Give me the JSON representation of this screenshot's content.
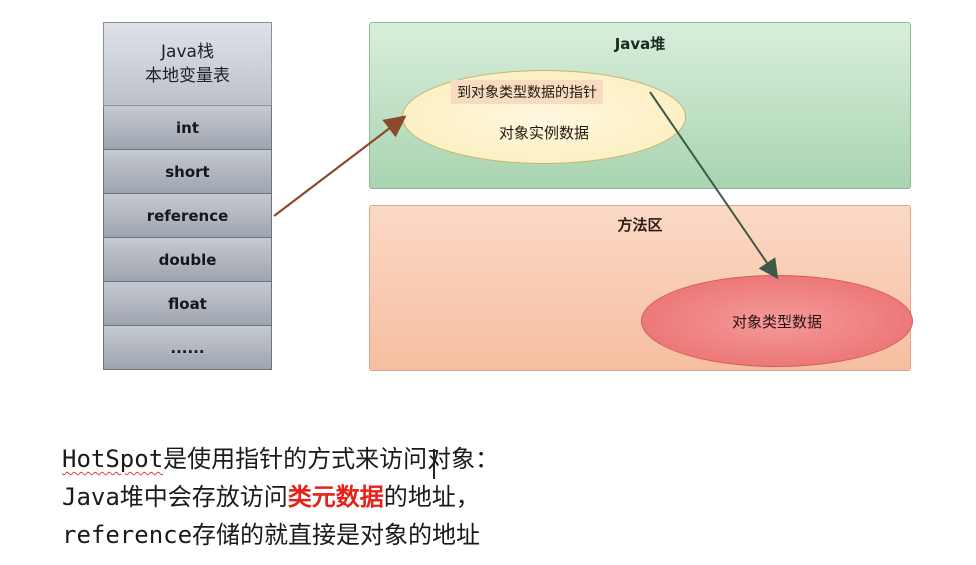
{
  "stack": {
    "title_line1": "Java栈",
    "title_line2": "本地变量表",
    "cells": [
      "int",
      "short",
      "reference",
      "double",
      "float",
      "......"
    ]
  },
  "heap": {
    "title": "Java堆",
    "pointer_label": "到对象类型数据的指针",
    "instance_label": "对象实例数据"
  },
  "method_area": {
    "title": "方法区",
    "type_data_label": "对象类型数据"
  },
  "description": {
    "line1_a": "HotSpot",
    "line1_b": "是使用指针的方式来访问对象：",
    "line2_a": "Java",
    "line2_b": "堆中会存放访问",
    "line2_highlight": "类元数据",
    "line2_c": "的地址，",
    "line3_a": "reference",
    "line3_b": "存储的就直接是对象的地址"
  },
  "colors": {
    "arrow": "#8b4a2b",
    "arrow2": "#3e5a48",
    "highlight_text": "#e8201a"
  }
}
